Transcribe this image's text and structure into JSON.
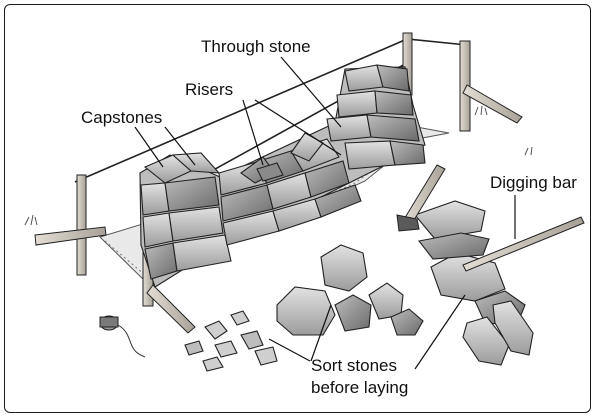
{
  "labels": {
    "through_stone": "Through stone",
    "risers": "Risers",
    "capstones": "Capstones",
    "digging_bar": "Digging bar",
    "sort_line1": "Sort stones",
    "sort_line2": "before laying"
  },
  "colors": {
    "ink": "#1a1a1a",
    "stone_light": "#d9d9d9",
    "stone_mid": "#a9a9a9",
    "stone_dark": "#6e6e6e",
    "wood": "#c9c4bc"
  }
}
